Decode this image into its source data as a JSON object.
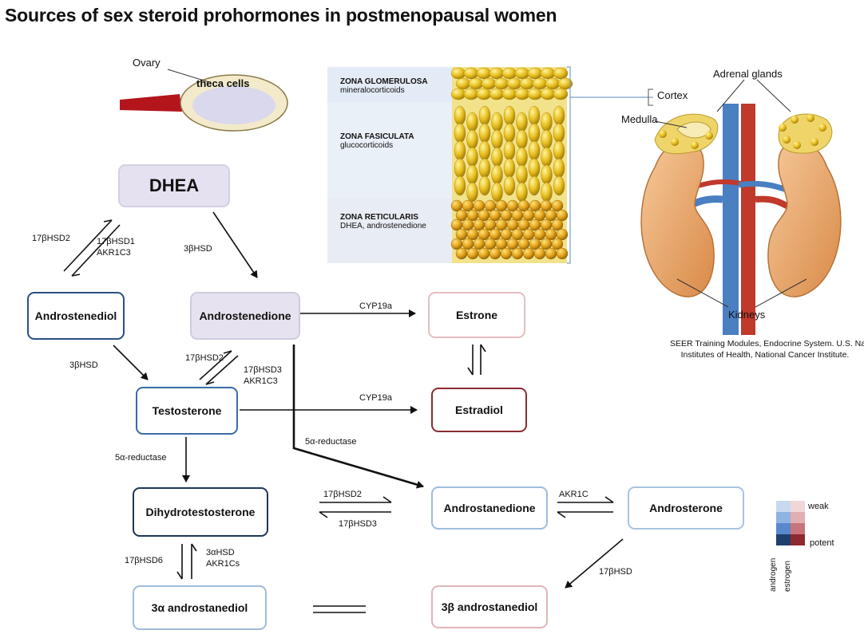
{
  "title": "Sources of sex steroid prohormones in postmenopausal women",
  "ovary": {
    "label": "Ovary",
    "cells": "theca cells"
  },
  "adrenal": {
    "zones": [
      {
        "name": "ZONA GLOMERULOSA",
        "product": "mineralocorticoids"
      },
      {
        "name": "ZONA FASICULATA",
        "product": "glucocorticoids"
      },
      {
        "name": "ZONA RETICULARIS",
        "product": "DHEA, androstenedione"
      }
    ],
    "labels": {
      "glands": "Adrenal glands",
      "cortex": "Cortex",
      "medulla": "Medulla",
      "kidneys": "Kidneys"
    },
    "citation": [
      "SEER Training Modules, Endocrine System. U.S. National",
      "Institutes of Health, National Cancer Institute."
    ]
  },
  "nodes": {
    "dhea": "DHEA",
    "androstenediol": "Androstenediol",
    "androstenedione": "Androstenedione",
    "estrone": "Estrone",
    "testosterone": "Testosterone",
    "estradiol": "Estradiol",
    "dht": "Dihydrotestosterone",
    "androstanedione": "Androstanedione",
    "androsterone": "Androsterone",
    "a3_androstanediol": "3α androstanediol",
    "b3_androstanediol": "3β androstanediol"
  },
  "enzymes": {
    "e1": "17βHSD2",
    "e2a": "17βHSD1",
    "e2b": "AKR1C3",
    "e3": "3βHSD",
    "e4": "3βHSD",
    "e5": "CYP19a",
    "e6": "17βHSD2",
    "e7a": "17βHSD3",
    "e7b": "AKR1C3",
    "e8": "CYP19a",
    "e9": "5α-reductase",
    "e10": "5α-reductase",
    "e11": "17βHSD2",
    "e12": "17βHSD3",
    "e13": "AKR1C",
    "e14": "17βHSD6",
    "e15a": "3αHSD",
    "e15b": "AKR1Cs",
    "e16": "17βHSD"
  },
  "legend": {
    "weak": "weak",
    "potent": "potent",
    "androgen": "androgen",
    "estrogen": "estrogen"
  },
  "colors": {
    "androgen_scale": [
      "#c9d9ef",
      "#8fb4e2",
      "#5a88cc",
      "#1f3f6e"
    ],
    "estrogen_scale": [
      "#f1d6d8",
      "#e2aeb2",
      "#c7757b",
      "#8e2a2f"
    ],
    "vessel_red": "#c0392b",
    "vessel_blue": "#4a7fc1",
    "kidney": "#e8a469",
    "adrenal_yellow": "#e8c22a"
  }
}
